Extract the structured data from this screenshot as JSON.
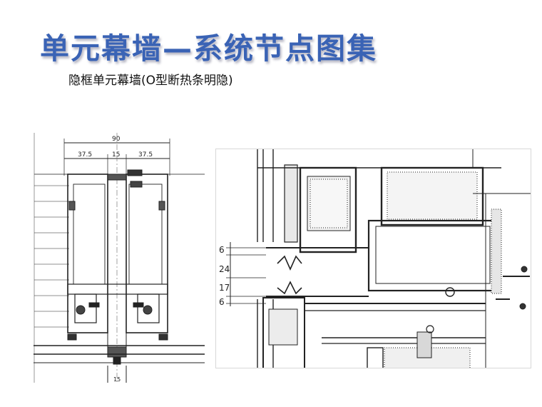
{
  "header": {
    "title": "单元幕墙—系统节点图集",
    "subtitle": "隐框单元幕墙(O型断热条明隐)"
  },
  "left_drawing": {
    "dim_overall": "90",
    "dim_left": "37.5",
    "dim_mid": "15",
    "dim_right": "37.5",
    "dim_bottom": "15"
  },
  "right_drawing": {
    "dims": [
      "6",
      "24",
      "17",
      "6"
    ]
  }
}
